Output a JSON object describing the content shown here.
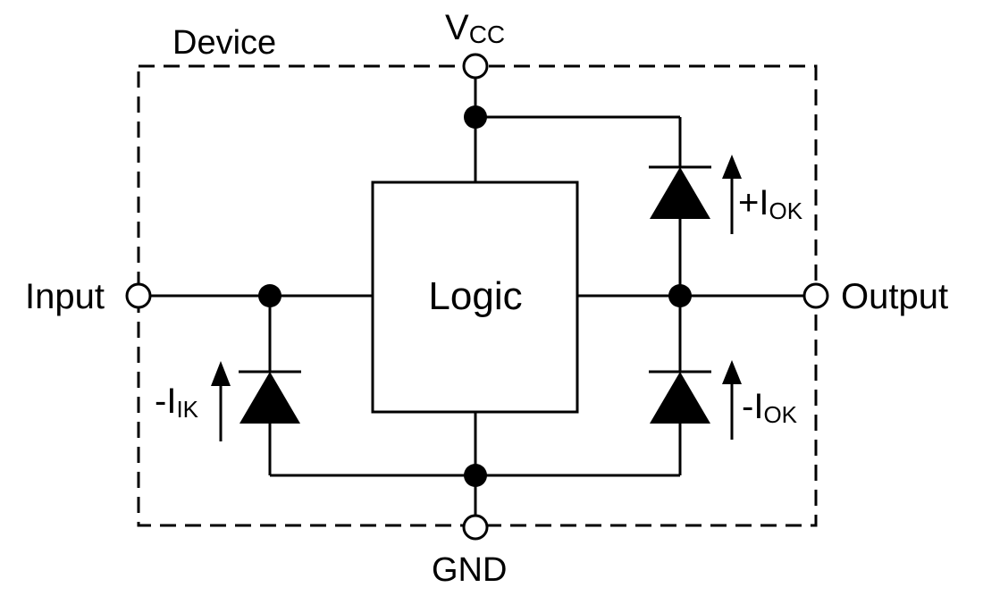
{
  "labels": {
    "device": "Device",
    "vcc_main": "V",
    "vcc_sub": "CC",
    "gnd": "GND",
    "input": "Input",
    "output": "Output",
    "logic": "Logic"
  },
  "currents": {
    "input_clamp": {
      "prefix": "-I",
      "sub": "IK"
    },
    "output_upper": {
      "prefix": "+I",
      "sub": "OK"
    },
    "output_lower": {
      "prefix": "-I",
      "sub": "OK"
    }
  }
}
